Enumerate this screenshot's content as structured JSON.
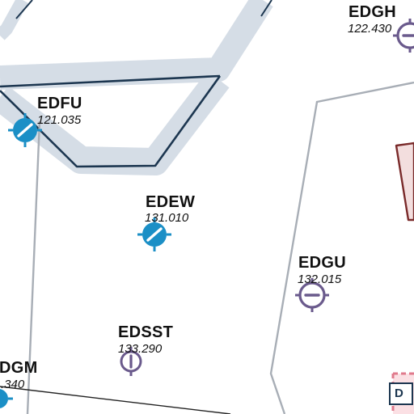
{
  "airports": [
    {
      "id": "edgh",
      "ident": "EDGH",
      "frequency": "122.430",
      "symbol": "unpaved-airfield-icon",
      "color": "#6a5a8c"
    },
    {
      "id": "edfu",
      "ident": "EDFU",
      "frequency": "121.035",
      "symbol": "paved-airfield-icon",
      "color": "#1b8fc6"
    },
    {
      "id": "edew",
      "ident": "EDEW",
      "frequency": "131.010",
      "symbol": "paved-airfield-icon",
      "color": "#1b8fc6"
    },
    {
      "id": "edgu",
      "ident": "EDGU",
      "frequency": "132.015",
      "symbol": "unpaved-airfield-icon",
      "color": "#6a5a8c"
    },
    {
      "id": "edsst",
      "ident": "EDSST",
      "frequency": "133.290",
      "symbol": "unpaved-airfield-icon",
      "color": "#6a5a8c"
    },
    {
      "id": "edgm",
      "ident": "DGM",
      "frequency": ".340",
      "symbol": "paved-airfield-icon",
      "color": "#1b8fc6"
    }
  ],
  "airspace": {
    "ctr_label": "D"
  },
  "colors": {
    "background": "#ffffff",
    "ctr_band": "#d5dde6",
    "ctr_border": "#1c3650",
    "boundary_line": "#a8aeb6",
    "restricted_fill": "#f3dede",
    "restricted_border": "#7a2a2a",
    "ctr_d_fill": "#fbe0e4",
    "ctr_d_border": "#e07a8c"
  }
}
